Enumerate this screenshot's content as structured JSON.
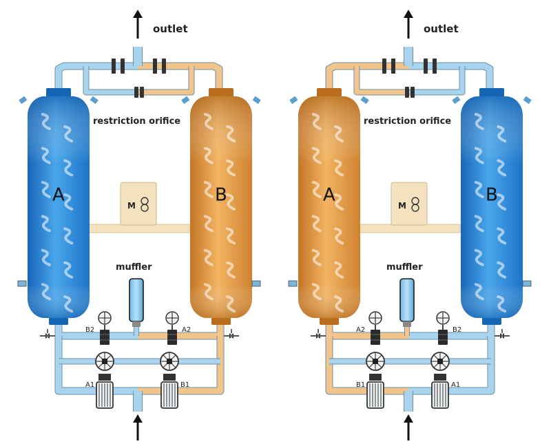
{
  "labels": {
    "outlet": "outlet",
    "restriction_orifice": "restriction orifice",
    "muffler": "muffler",
    "tower_a": "A",
    "tower_b": "B",
    "motor": "M",
    "valve_a1": "A1",
    "valve_a2": "A2",
    "valve_b1": "B1",
    "valve_b2": "B2"
  },
  "colors": {
    "pipe_blue": "#a8d4ee",
    "pipe_orange": "#f2c58a",
    "pipe_outline": "#6d8fa5",
    "tower_blue": "#1f7fd0",
    "tower_orange": "#d98a2e",
    "motor_box": "#f3e2bd"
  },
  "panels": [
    {
      "name": "left-panel",
      "tower_a_state": "blue",
      "tower_b_state": "orange"
    },
    {
      "name": "right-panel",
      "tower_a_state": "orange",
      "tower_b_state": "blue"
    }
  ]
}
